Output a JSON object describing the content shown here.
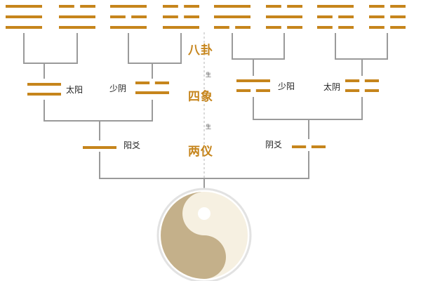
{
  "colors": {
    "bar": "#c6851c",
    "connector": "#9a9a9a",
    "stage_text": "#c6851c",
    "yin_dark": "#c4b08a",
    "yin_light": "#f6f0e1",
    "ring": "#e2e2e2"
  },
  "stages": {
    "bagua": "八卦",
    "sixiang": "四象",
    "liangyi": "两仪",
    "sheng": "生"
  },
  "liangyi": [
    {
      "label": "阳爻",
      "lines": [
        1
      ]
    },
    {
      "label": "阴爻",
      "lines": [
        0
      ]
    }
  ],
  "sixiang": [
    {
      "label": "太阳",
      "lines": [
        1,
        1
      ]
    },
    {
      "label": "少阴",
      "lines": [
        0,
        1
      ]
    },
    {
      "label": "少阳",
      "lines": [
        1,
        0
      ]
    },
    {
      "label": "太阴",
      "lines": [
        0,
        0
      ]
    }
  ],
  "bagua": [
    {
      "lines": [
        1,
        1,
        1
      ]
    },
    {
      "lines": [
        0,
        1,
        1
      ]
    },
    {
      "lines": [
        1,
        0,
        1
      ]
    },
    {
      "lines": [
        0,
        0,
        1
      ]
    },
    {
      "lines": [
        1,
        1,
        0
      ]
    },
    {
      "lines": [
        0,
        1,
        0
      ]
    },
    {
      "lines": [
        1,
        0,
        0
      ]
    },
    {
      "lines": [
        0,
        0,
        0
      ]
    }
  ],
  "taiji": {
    "icon": "taiji-yin-yang-icon"
  }
}
